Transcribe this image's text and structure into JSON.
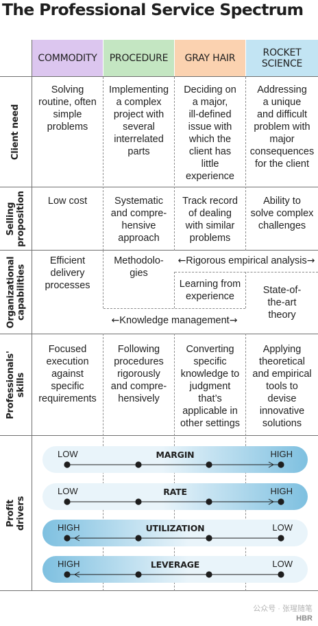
{
  "title": "The Professional Service Spectrum",
  "columns": [
    {
      "label": "COMMODITY",
      "color": "#dcc6ef"
    },
    {
      "label": "PROCEDURE",
      "color": "#c4e6c2"
    },
    {
      "label": "GRAY HAIR",
      "color": "#fbd2b0"
    },
    {
      "label": "ROCKET\nSCIENCE",
      "color": "#c2e4f3"
    }
  ],
  "rows": {
    "client_need": {
      "label": "Client need",
      "cells": [
        "Solving\nroutine, often\nsimple\nproblems",
        "Implementing\na complex\nproject with\nseveral\ninterrelated\nparts",
        "Deciding on\na major,\nill-defined\nissue with\nwhich the\nclient has\nlittle\nexperience",
        "Addressing\na unique\nand difficult\nproblem with\nmajor\nconsequences\nfor the client"
      ]
    },
    "selling_proposition": {
      "label": "Selling\nproposition",
      "cells": [
        "Low cost",
        "Systematic\nand compre-\nhensive\napproach",
        "Track record\nof dealing\nwith similar\nproblems",
        "Ability to\nsolve complex\nchallenges"
      ]
    },
    "organizational_capabilities": {
      "label": "Organizational\ncapabilities",
      "commodity": "Efficient\ndelivery\nprocesses",
      "procedure": "Methodolo-\ngies",
      "rigorous": "Rigorous empirical analysis",
      "learning": "Learning from\nexperience",
      "state_of_art": "State-of-\nthe-art\ntheory",
      "knowledge": "Knowledge management"
    },
    "professionals_skills": {
      "label": "Professionals'\nskills",
      "cells": [
        "Focused\nexecution\nagainst\nspecific\nrequirements",
        "Following\nprocedures\nrigorously\nand compre-\nhensively",
        "Converting\nspecific\nknowledge to\njudgment\nthat’s\napplicable in\nother settings",
        "Applying\ntheoretical\nand empirical\ntools to\ndevise\ninnovative\nsolutions"
      ]
    },
    "profit_drivers": {
      "label": "Profit\ndrivers",
      "drivers": [
        {
          "name": "MARGIN",
          "left": "LOW",
          "right": "HIGH",
          "direction": "increasing"
        },
        {
          "name": "RATE",
          "left": "LOW",
          "right": "HIGH",
          "direction": "increasing"
        },
        {
          "name": "UTILIZATION",
          "left": "HIGH",
          "right": "LOW",
          "direction": "decreasing"
        },
        {
          "name": "LEVERAGE",
          "left": "HIGH",
          "right": "LOW",
          "direction": "decreasing"
        }
      ]
    }
  },
  "colors": {
    "bar_light": "#e9f4fa",
    "bar_dark": "#7ec0e0",
    "ink": "#1e1e1e"
  },
  "footer": {
    "watermark": "公众号 · 张瑆随笔",
    "brand": "HBR"
  }
}
